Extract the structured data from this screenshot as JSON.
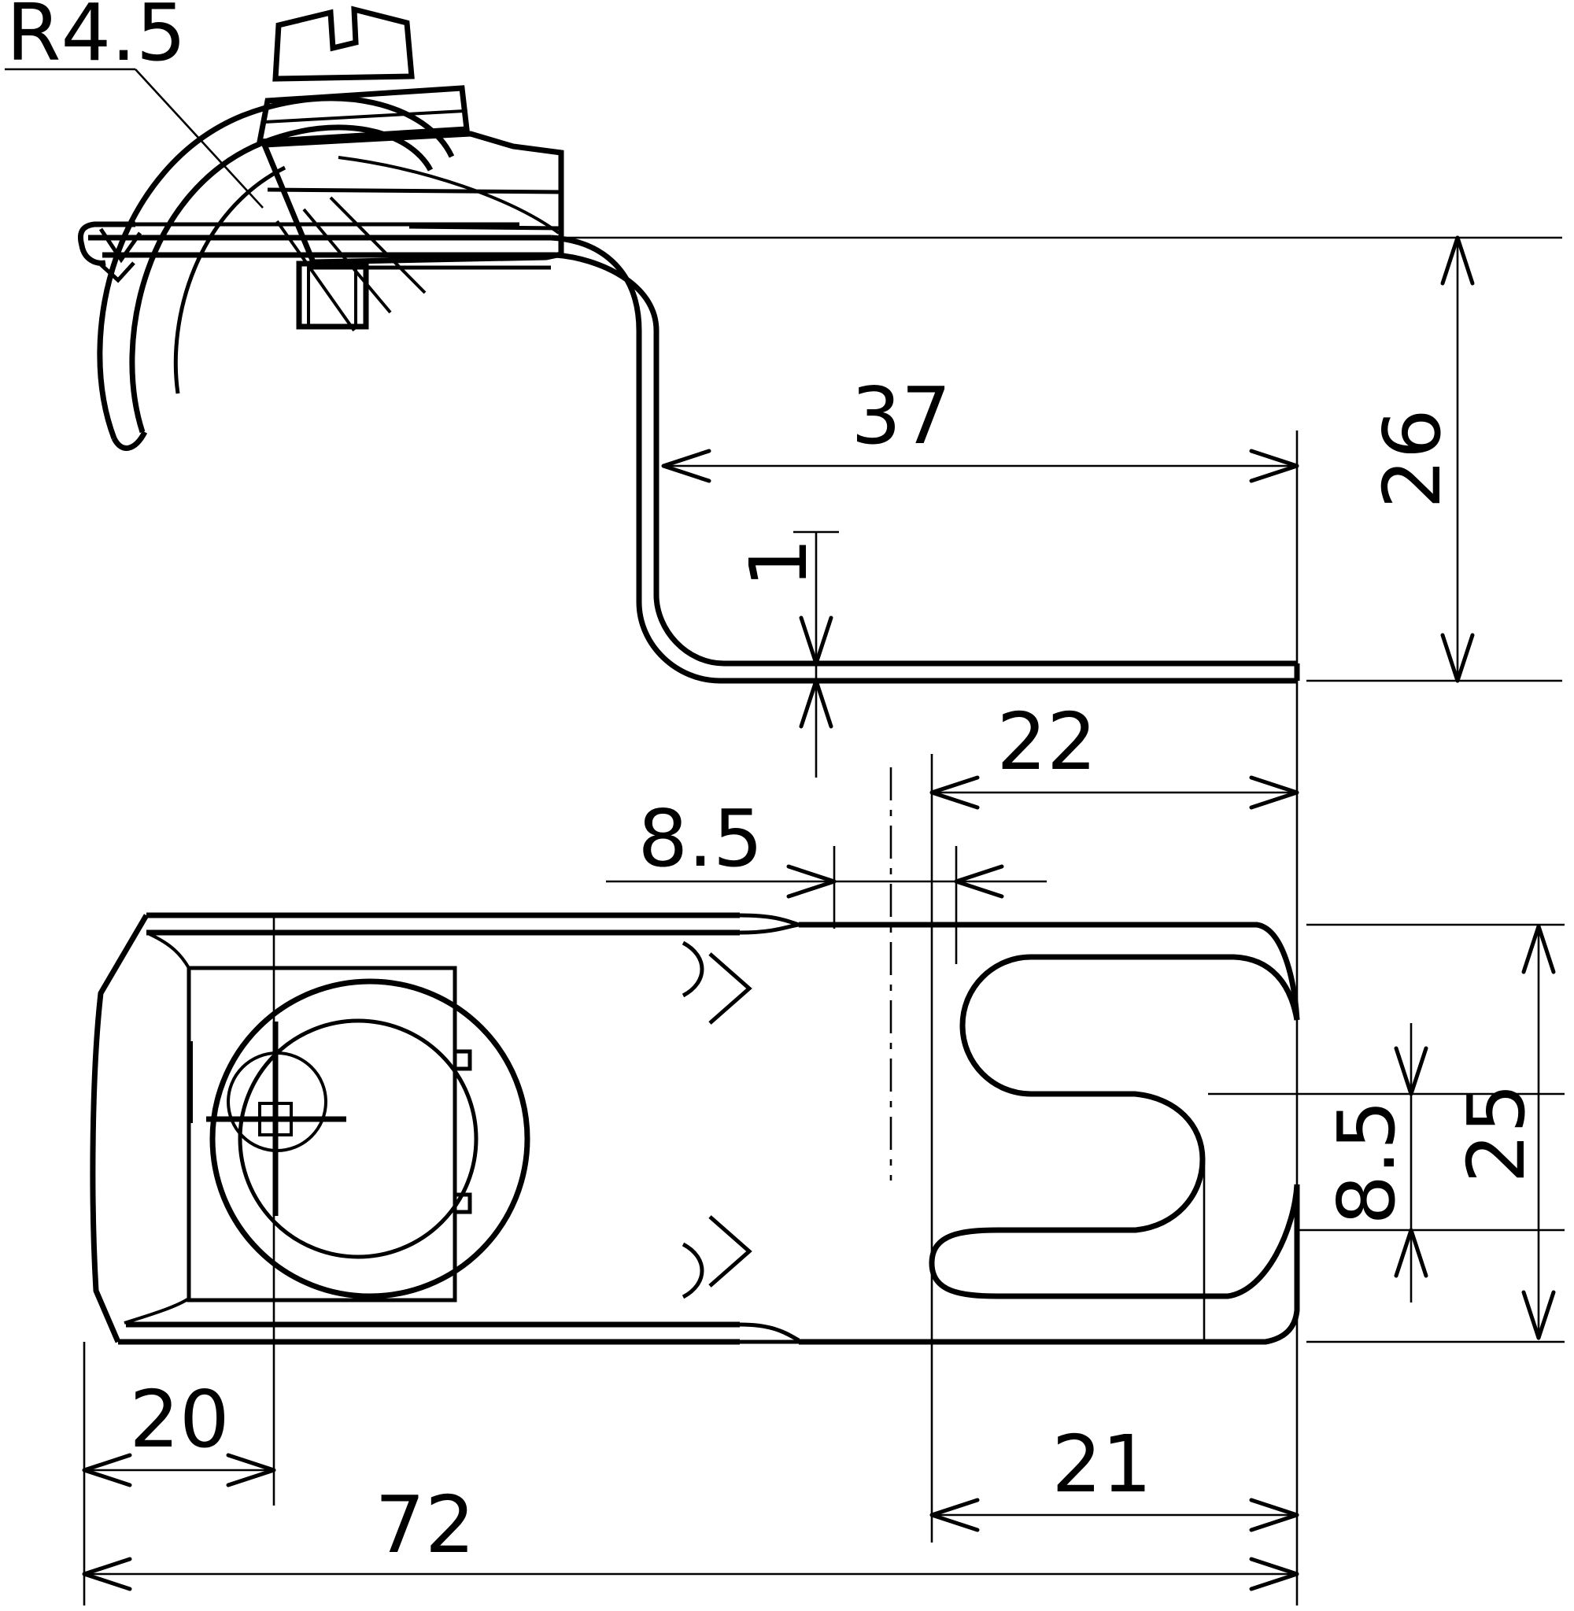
{
  "drawing": {
    "type": "technical-drawing-2-views",
    "unit": "mm",
    "colors": {
      "background": "#ffffff",
      "line": "#000000"
    },
    "labels": {
      "radius": "R4.5",
      "flange_length": "37",
      "offset_height": "26",
      "sheet_thickness": "1",
      "slot_length": "22",
      "slot_width_top": "8.5",
      "slot_width_side": "8.5",
      "plate_width": "25",
      "screw_center_offset": "20",
      "hook_depth": "21",
      "total_length": "72"
    }
  }
}
